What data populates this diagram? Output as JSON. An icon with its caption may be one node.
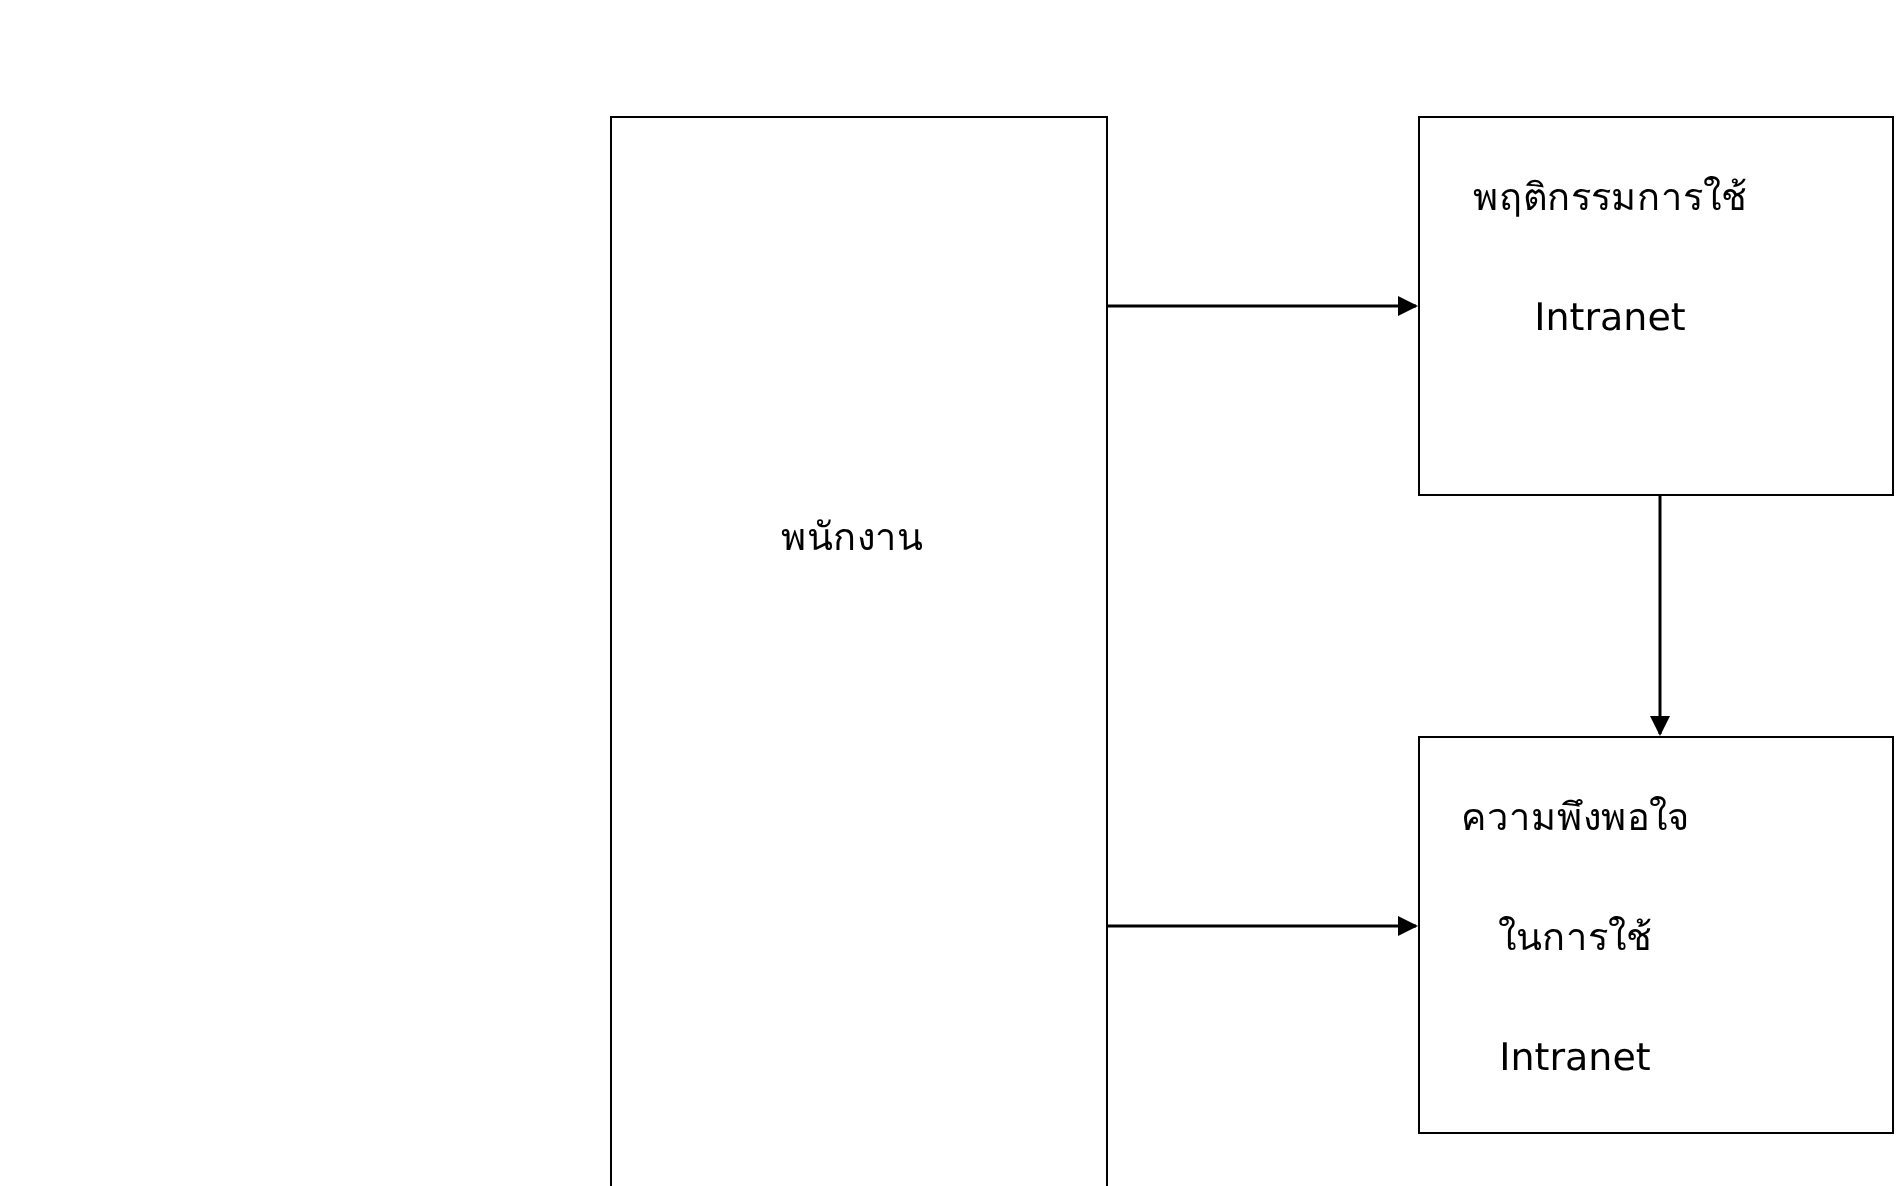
{
  "diagram": {
    "nodes": [
      {
        "text": [
          "พนักงาน"
        ]
      },
      {
        "text": [
          "พฤติกรรมการใช้ Intranet"
        ]
      },
      {
        "text": [
          "ความพึงพอใจในการใช้ Intranet"
        ]
      }
    ],
    "edges": [
      {
        "from": 0,
        "to": 1,
        "arrow": "to"
      },
      {
        "from": 1,
        "to": 2,
        "arrow": "to"
      },
      {
        "from": 0,
        "to": 2,
        "arrow": "to"
      }
    ]
  }
}
